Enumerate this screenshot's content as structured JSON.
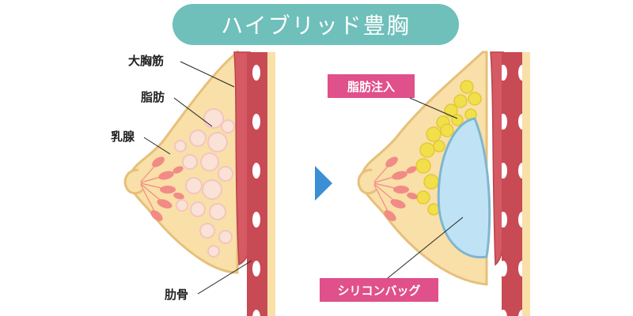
{
  "title": "ハイブリッド豊胸",
  "labels": {
    "pectoralis": "大胸筋",
    "fat": "脂肪",
    "mammary": "乳腺",
    "rib": "肋骨",
    "fat_injection": "脂肪注入",
    "silicone_bag": "シリコンバッグ"
  },
  "colors": {
    "title_bg": "#6fbfba",
    "label_box": "#e0508a",
    "skin": "#f9dfa8",
    "outline": "#e6c07a",
    "muscle": "#c84a55",
    "fat_cells": "#f6c7c2",
    "fat_injected": "#f2e04a",
    "implant": "#bfe3f5",
    "arrow": "#3b8fd4"
  }
}
